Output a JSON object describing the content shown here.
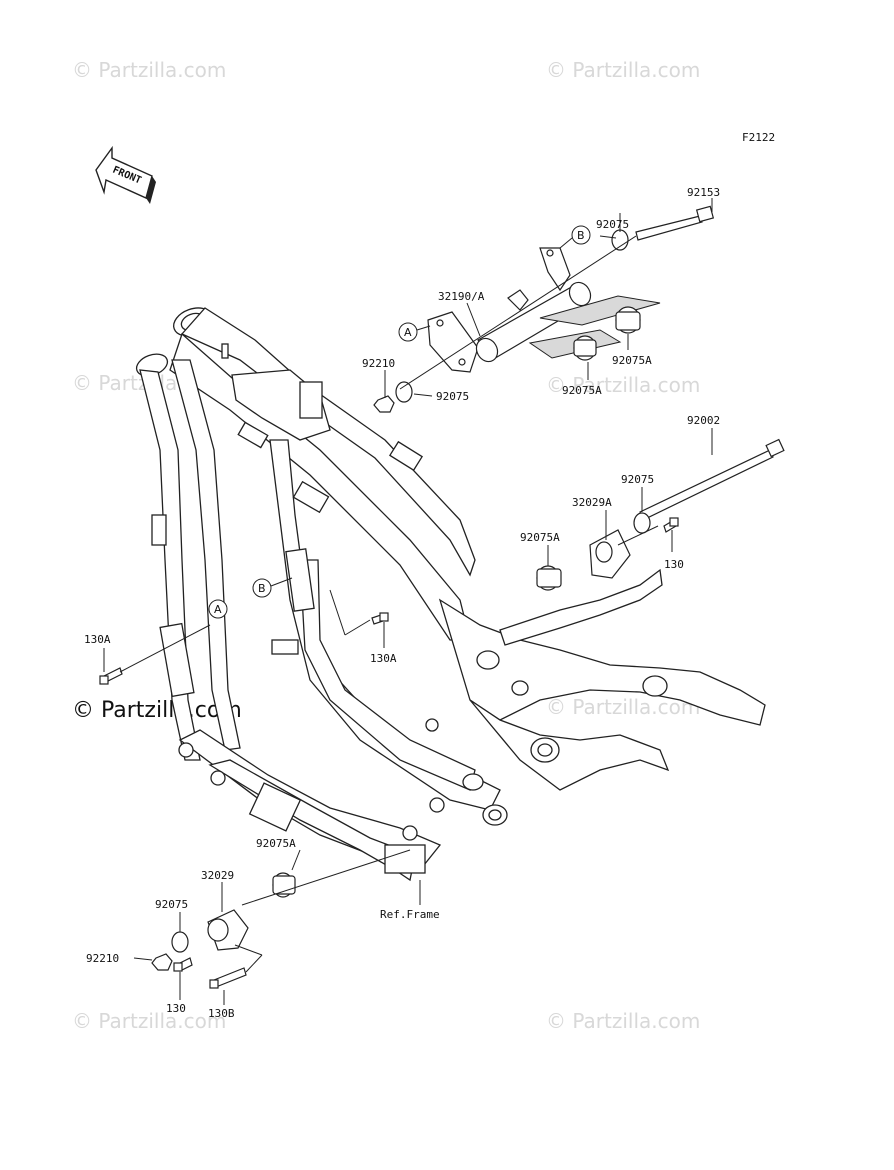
{
  "figure_id": "F2122",
  "front_arrow_label": "FRONT",
  "watermark": "© Partzilla.com",
  "callouts": {
    "a": "A",
    "b": "B"
  },
  "parts": {
    "p92153": "92153",
    "p92075_top": "92075",
    "p32190a": "32190/A",
    "p92210_top": "92210",
    "p92075_mid": "92075",
    "p92075a_r": "92075A",
    "p92075a_l": "92075A",
    "p92002": "92002",
    "p92075_r2": "92075",
    "p32029a": "32029A",
    "p92075a_2": "92075A",
    "p130_r": "130",
    "p130a_mid": "130A",
    "p130a_left": "130A",
    "p92075a_bot": "92075A",
    "p32029": "32029",
    "p92075_bot": "92075",
    "p92210_bot": "92210",
    "p130_bot": "130",
    "p130b": "130B",
    "ref_frame": "Ref.Frame"
  }
}
